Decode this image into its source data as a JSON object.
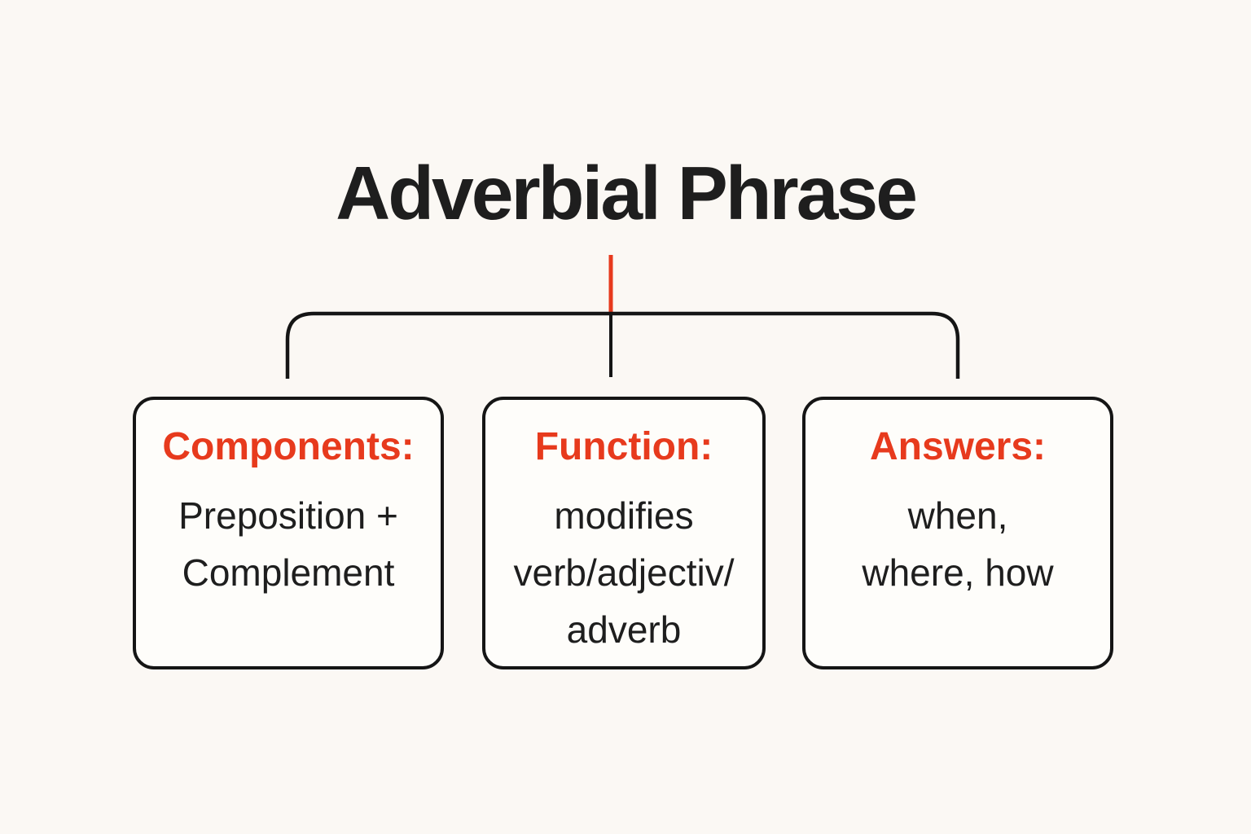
{
  "title": "Adverbial Phrase",
  "colors": {
    "accent": "#E73A1D",
    "text": "#1E1E1E",
    "line": "#151515",
    "page_bg": "#FBF8F4",
    "box_bg": "#FEFDFA"
  },
  "nodes": [
    {
      "heading": "Components:",
      "lines": [
        "Preposition +",
        "Complement"
      ]
    },
    {
      "heading": "Function:",
      "lines": [
        "modifies",
        "verb/adjectiv/",
        "adverb"
      ]
    },
    {
      "heading": "Answers:",
      "lines": [
        "when,",
        "where, how"
      ]
    }
  ]
}
